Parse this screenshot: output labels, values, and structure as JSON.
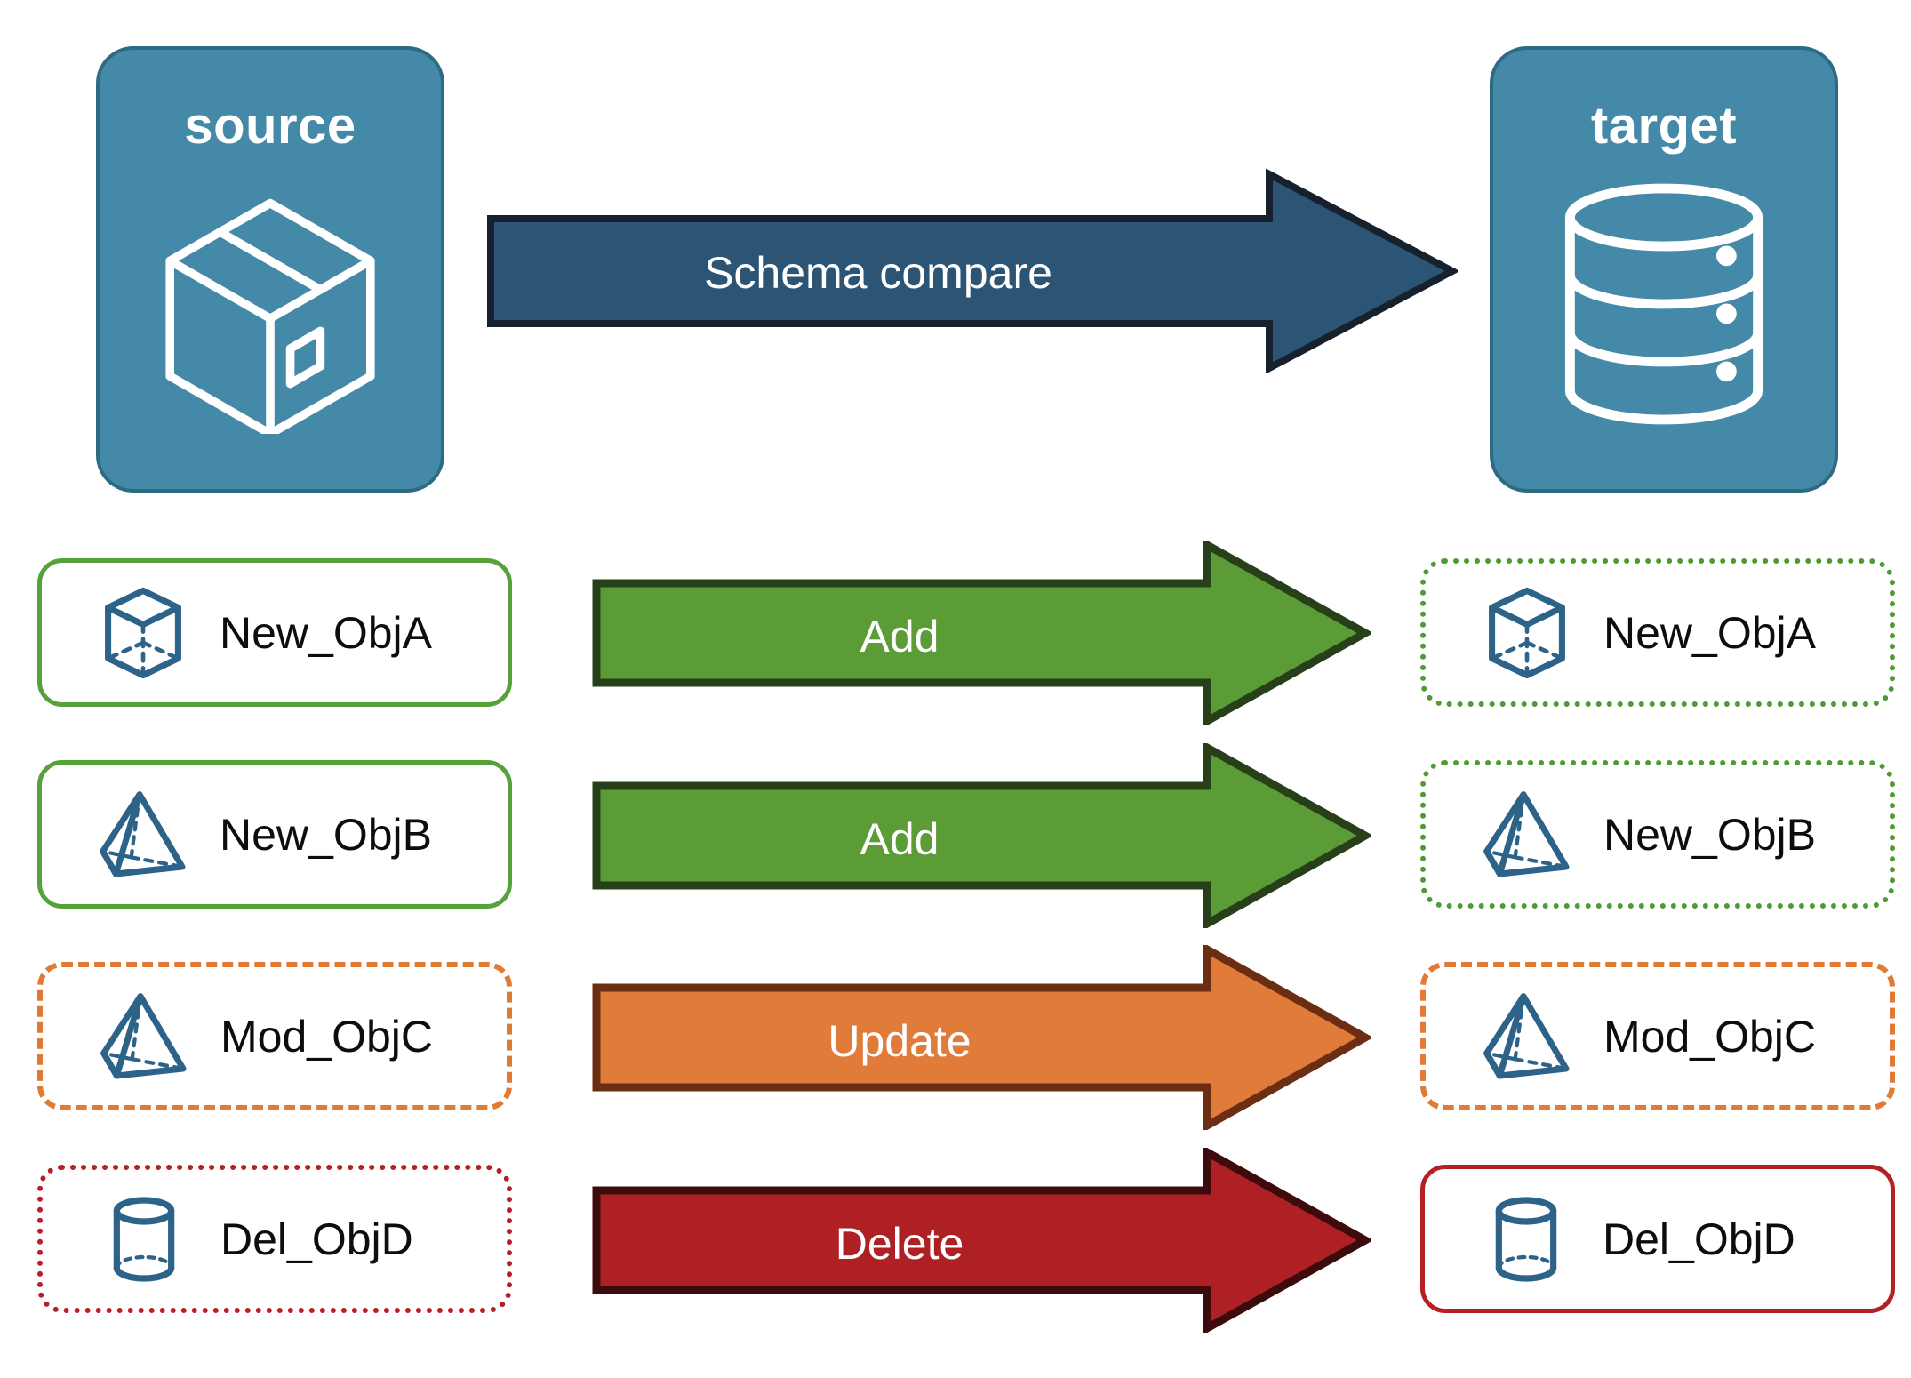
{
  "diagram": {
    "title": "Schema compare",
    "source_panel": {
      "label": "source",
      "icon": "package-cube-icon"
    },
    "target_panel": {
      "label": "target",
      "icon": "database-cylinder-icon"
    },
    "compare_arrow": {
      "label": "Schema compare",
      "color": "#2C5575",
      "border": "#17212E"
    }
  },
  "rows": [
    {
      "source": {
        "label": "New_ObjA",
        "icon": "wireframe-cube-icon",
        "border_style": "solid",
        "border_color": "#55A23A"
      },
      "action": {
        "label": "Add",
        "fill": "#5C9C37",
        "border": "#27401A"
      },
      "target": {
        "label": "New_ObjA",
        "icon": "wireframe-cube-icon",
        "border_style": "dotted",
        "border_color": "#4E9A35"
      }
    },
    {
      "source": {
        "label": "New_ObjB",
        "icon": "wireframe-pyramid-icon",
        "border_style": "solid",
        "border_color": "#55A23A"
      },
      "action": {
        "label": "Add",
        "fill": "#5C9C37",
        "border": "#27401A"
      },
      "target": {
        "label": "New_ObjB",
        "icon": "wireframe-pyramid-icon",
        "border_style": "dotted",
        "border_color": "#4E9A35"
      }
    },
    {
      "source": {
        "label": "Mod_ObjC",
        "icon": "wireframe-pyramid-icon",
        "border_style": "dashed",
        "border_color": "#E07A34"
      },
      "action": {
        "label": "Update",
        "fill": "#E07B3A",
        "border": "#6B2E13"
      },
      "target": {
        "label": "Mod_ObjC",
        "icon": "wireframe-pyramid-icon",
        "border_style": "dashed",
        "border_color": "#E07A34"
      }
    },
    {
      "source": {
        "label": "Del_ObjD",
        "icon": "wireframe-cylinder-icon",
        "border_style": "dotted",
        "border_color": "#B52025"
      },
      "action": {
        "label": "Delete",
        "fill": "#AF2025",
        "border": "#3E0B0D"
      },
      "target": {
        "label": "Del_ObjD",
        "icon": "wireframe-cylinder-icon",
        "border_style": "solid",
        "border_color": "#B52025"
      }
    }
  ],
  "colors": {
    "panel_fill": "#4489A8",
    "panel_stroke": "#2F6A84",
    "icon_stroke": "#2E6389",
    "text": "#0d0d0d",
    "background": "#ffffff"
  }
}
